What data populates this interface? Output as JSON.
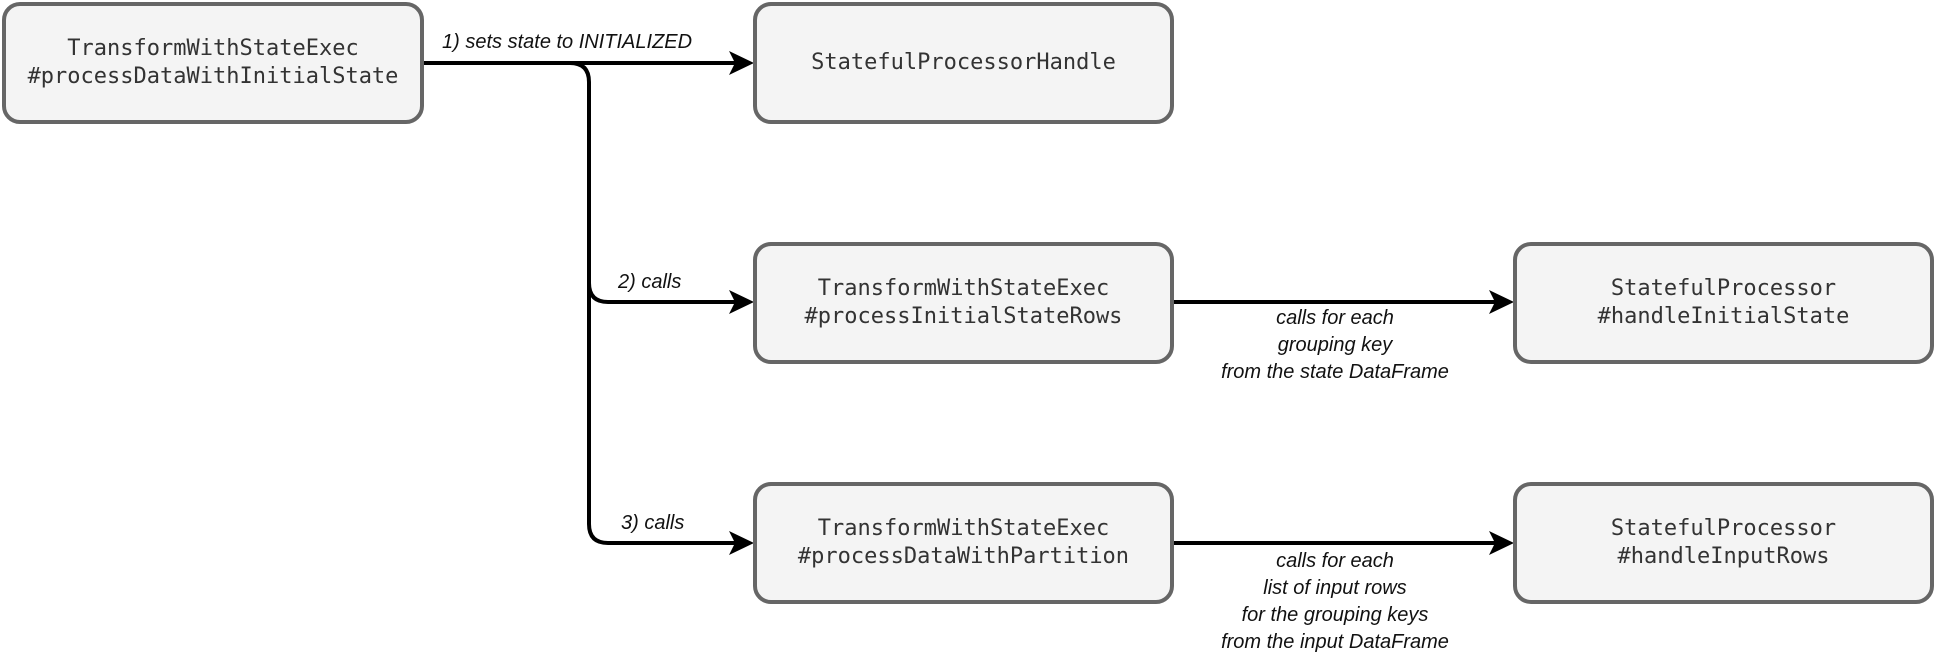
{
  "nodes": {
    "exec_process_data_initial": {
      "line1": "TransformWithStateExec",
      "line2": "#processDataWithInitialState"
    },
    "handle": {
      "line1": "StatefulProcessorHandle"
    },
    "exec_initial_state_rows": {
      "line1": "TransformWithStateExec",
      "line2": "#processInitialStateRows"
    },
    "processor_handle_initial_state": {
      "line1": "StatefulProcessor",
      "line2": "#handleInitialState"
    },
    "exec_data_with_partition": {
      "line1": "TransformWithStateExec",
      "line2": "#processDataWithPartition"
    },
    "processor_handle_input_rows": {
      "line1": "StatefulProcessor",
      "line2": "#handleInputRows"
    }
  },
  "edges": {
    "sets_state": "1) sets state to INITIALIZED",
    "calls_2": "2) calls",
    "calls_3": "3) calls",
    "calls_each_key": {
      "line1": "calls for each",
      "line2": "grouping key",
      "line3": "from the state DataFrame"
    },
    "calls_each_list": {
      "line1": "calls for each",
      "line2": "list of input rows",
      "line3": "for the grouping keys",
      "line4": "from the input DataFrame"
    }
  },
  "colors": {
    "node_fill": "#f4f4f4",
    "node_border": "#666666",
    "edge": "#000000"
  }
}
